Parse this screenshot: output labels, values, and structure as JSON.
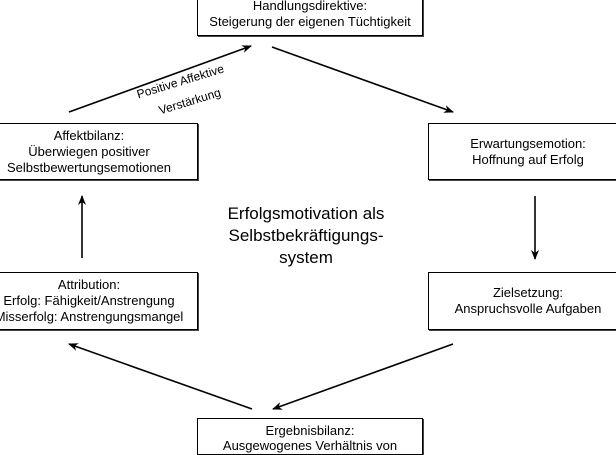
{
  "boxes": {
    "top": {
      "title": "Handlungsdirektive:",
      "text": "Steigerung der eigenen Tüchtigkeit"
    },
    "right_upper": {
      "title": "Erwartungsemotion:",
      "text": "Hoffnung auf Erfolg"
    },
    "right_lower": {
      "title": "Zielsetzung:",
      "text": "Anspruchsvolle Aufgaben"
    },
    "bottom": {
      "title": "Ergebnisbilanz:",
      "text": "Ausgewogenes Verhältnis von"
    },
    "left_lower": {
      "title": "Attribution:",
      "line1": "Erfolg: Fähigkeit/Anstrengung",
      "line2": "Misserfolg: Anstrengungsmangel"
    },
    "left_upper": {
      "title": "Affektbilanz:",
      "line1": "Überwiegen positiver",
      "line2": "Selbstbewertungsemotionen"
    }
  },
  "center": {
    "line1": "Erfolgsmotivation als",
    "line2": "Selbstbekräftigungs-",
    "line3": "system"
  },
  "arrow_label": {
    "line1": "Positive Affektive",
    "line2": "Verstärkung"
  }
}
